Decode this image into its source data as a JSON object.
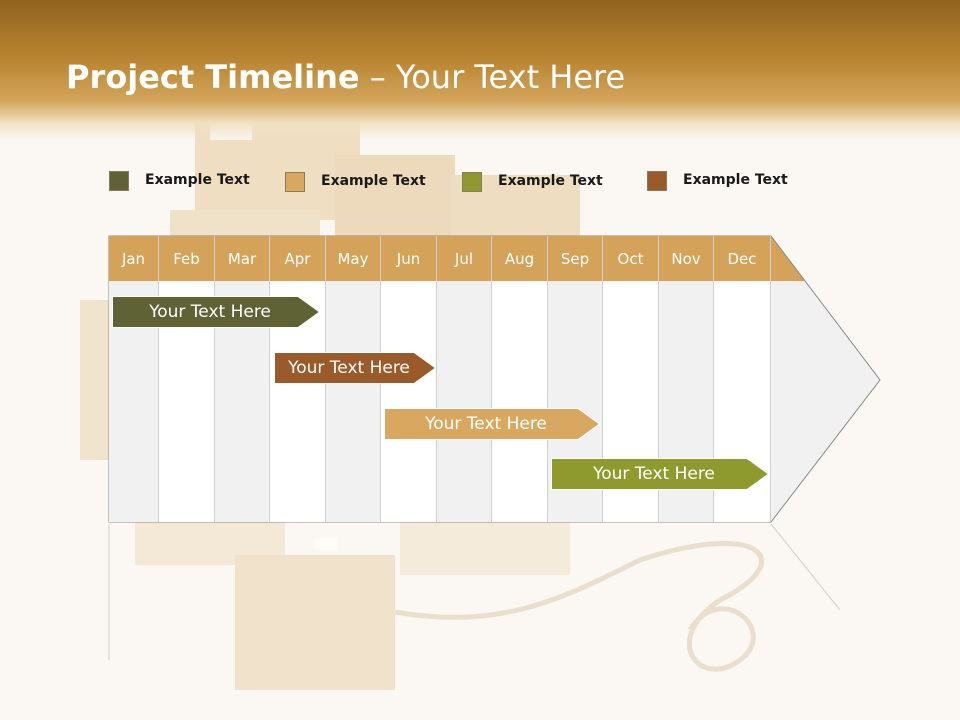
{
  "header": {
    "title_bold": "Project Timeline",
    "title_rest": " – Your Text Here"
  },
  "legend": [
    {
      "label": "Example Text",
      "color": "#5e6234"
    },
    {
      "label": "Example Text",
      "color": "#d8a860"
    },
    {
      "label": "Example Text",
      "color": "#8f9a2e"
    },
    {
      "label": "Example Text",
      "color": "#9a5a2a"
    }
  ],
  "months": [
    "Jan",
    "Feb",
    "Mar",
    "Apr",
    "May",
    "Jun",
    "Jul",
    "Aug",
    "Sep",
    "Oct",
    "Nov",
    "Dec"
  ],
  "tasks": [
    {
      "label": "Your  Text Here",
      "color": "#5e6234",
      "start_month": "Jan",
      "end_month": "Apr"
    },
    {
      "label": "Your  Text Here",
      "color": "#9a5a2a",
      "start_month": "Apr",
      "end_month": "Jun"
    },
    {
      "label": "Your  Text Here",
      "color": "#d8a860",
      "start_month": "Jun",
      "end_month": "Sep"
    },
    {
      "label": "Your  Text Here",
      "color": "#8f9a2e",
      "start_month": "Sep",
      "end_month": "Dec"
    }
  ],
  "colors": {
    "header": "#b7822f",
    "month_header": "#d4a359",
    "stripe": "#f1f1f1"
  }
}
